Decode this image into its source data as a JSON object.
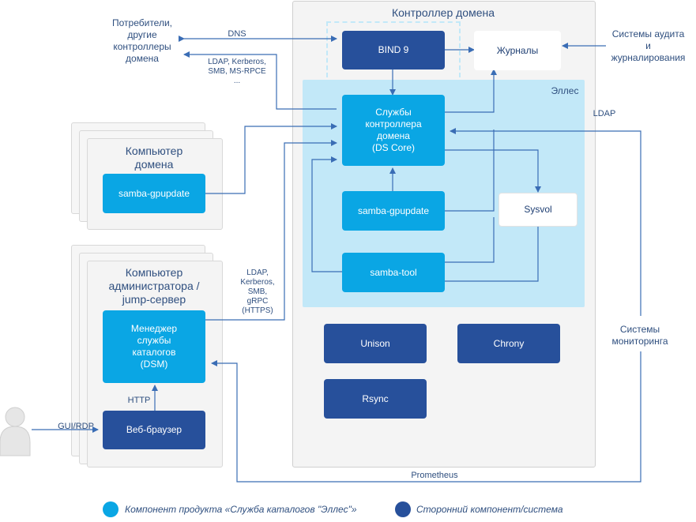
{
  "controller": {
    "title": "Контроллер домена",
    "elles_label": "Эллес",
    "bind": "BIND 9",
    "journals": "Журналы",
    "ds_core": "Службы\nконтроллера\nдомена\n(DS Core)",
    "gpupdate": "samba-gpupdate",
    "samba_tool": "samba-tool",
    "sysvol": "Sysvol",
    "unison": "Unison",
    "chrony": "Chrony",
    "rsync": "Rsync"
  },
  "domain_computer": {
    "title": "Компьютер\nдомена",
    "gpupdate": "samba-gpupdate"
  },
  "admin_computer": {
    "title": "Компьютер\nадминистратора /\njump-сервер",
    "dsm": "Менеджер\nслужбы\nкаталогов\n(DSM)",
    "browser": "Веб-браузер"
  },
  "external": {
    "consumers": "Потребители,\nдругие\nконтроллеры\nдомена",
    "audit": "Системы аудита\nи\nжурналирования",
    "monitoring": "Системы\nмониторинга"
  },
  "edge_labels": {
    "dns": "DNS",
    "ldap_kerberos": "LDAP, Kerberos,\nSMB, MS-RPCE\n...",
    "ldap": "LDAP",
    "ldap_grpc": "LDAP,\nKerberos,\nSMB,\ngRPC\n(HTTPS)",
    "http": "HTTP",
    "gui_rdp": "GUI/RDP",
    "prometheus": "Prometheus"
  },
  "legend": {
    "product": "Компонент продукта «Служба каталогов \"Эллес\"»",
    "third_party": "Сторонний компонент/система",
    "product_color": "#0aa6e4",
    "third_party_color": "#27509b"
  }
}
